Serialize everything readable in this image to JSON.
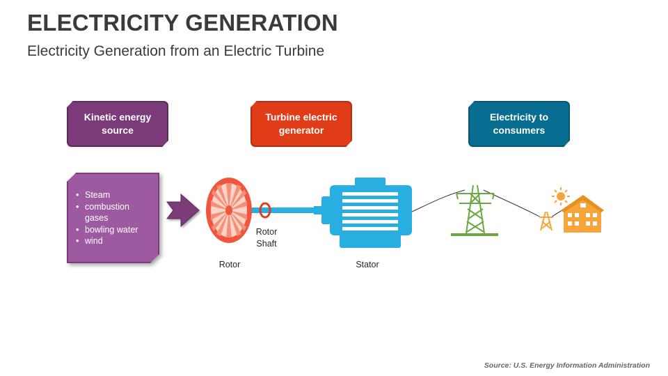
{
  "header": {
    "title": "ELECTRICITY GENERATION",
    "subtitle": "Electricity Generation from an Electric Turbine"
  },
  "stages": {
    "kinetic": {
      "line1": "Kinetic energy",
      "line2": "source",
      "color": "#7b3a79"
    },
    "turbine": {
      "line1": "Turbine electric",
      "line2": "generator",
      "color": "#e03c17"
    },
    "consumers": {
      "line1": "Electricity to",
      "line2": "consumers",
      "color": "#086e91"
    }
  },
  "sources": {
    "items": [
      "Steam",
      "combustion gases",
      "bowling water",
      "wind"
    ],
    "color": "#9e5aa0"
  },
  "labels": {
    "rotor": "Rotor",
    "rotor_shaft_line1": "Rotor",
    "rotor_shaft_line2": "Shaft",
    "stator": "Stator"
  },
  "icons": {
    "arrow": "right-arrow-icon",
    "rotor": "turbine-rotor-icon",
    "stator": "electric-motor-icon",
    "tower": "transmission-tower-icon",
    "sun": "sun-icon",
    "house": "house-icon"
  },
  "colors": {
    "rotor": "#f0563d",
    "motor": "#29aee2",
    "tower": "#6aa843",
    "house": "#f6a53a"
  },
  "footer": {
    "source": "Source: U.S. Energy Information Administration"
  }
}
